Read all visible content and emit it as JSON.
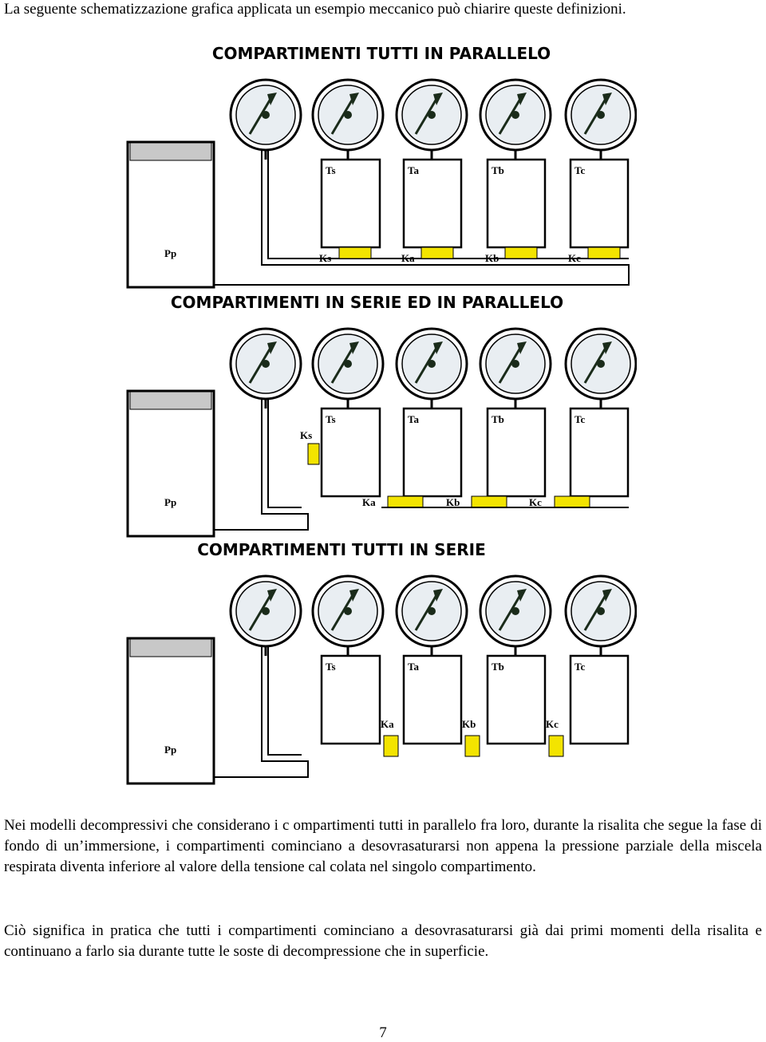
{
  "intro": "La seguente schematizzazione grafica applicata un esempio meccanico può chiarire queste definizioni.",
  "figure": {
    "diagrams": [
      {
        "id": "parallel",
        "title": "COMPARTIMENTI TUTTI IN PARALLELO",
        "supply_label": "Pp",
        "tissue_labels": [
          "Ts",
          "Ta",
          "Tb",
          "Tc"
        ],
        "valve_labels": [
          "Ks",
          "Ka",
          "Kb",
          "Kc"
        ]
      },
      {
        "id": "series-parallel",
        "title": "COMPARTIMENTI IN SERIE ED IN PARALLELO",
        "supply_label": "Pp",
        "tissue_labels": [
          "Ts",
          "Ta",
          "Tb",
          "Tc"
        ],
        "valve_labels": [
          "Ks",
          "Ka",
          "Kb",
          "Kc"
        ]
      },
      {
        "id": "series",
        "title": "COMPARTIMENTI TUTTI IN SERIE",
        "supply_label": "Pp",
        "tissue_labels": [
          "Ts",
          "Ta",
          "Tb",
          "Tc"
        ],
        "valve_labels": [
          "Ka",
          "Kb",
          "Kc"
        ]
      }
    ],
    "colors": {
      "valve": "#f3e400",
      "tank_band": "#c8c8c8",
      "gauge_face": "#e9eef2",
      "needle": "#1a2b1a",
      "outline": "#000000"
    }
  },
  "paragraphs": [
    "Nei modelli decompressivi che considerano i c ompartimenti tutti in parallelo fra loro, durante la risalita che segue la fase di fondo di un’immersione, i compartimenti cominciano a desovrasaturarsi non appena la pressione parziale della miscela respirata diventa inferiore al valore della tensione cal colata nel singolo compartimento.",
    "Ciò significa in pratica che tutti i compartimenti cominciano a desovrasaturarsi già dai primi momenti della risalita e continuano a farlo sia durante tutte le soste di decompressione che in superficie."
  ],
  "page_number": "7"
}
